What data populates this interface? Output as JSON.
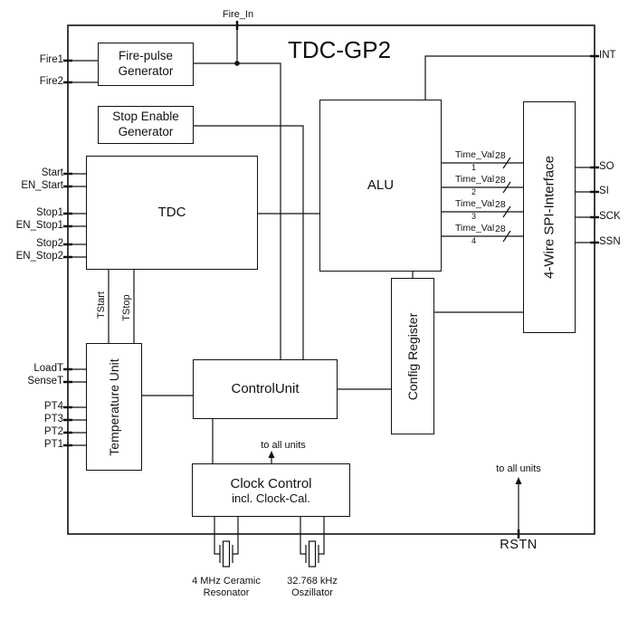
{
  "title": "TDC-GP2",
  "blocks": {
    "fire_pulse_generator": "Fire-pulse\nGenerator",
    "stop_enable_generator": "Stop Enable\nGenerator",
    "tdc": "TDC",
    "alu": "ALU",
    "spi_interface": "4-Wire SPI-Interface",
    "config_register": "Config Register",
    "control_unit": "ControlUnit",
    "temperature_unit": "Temperature Unit",
    "clock_control_line1": "Clock Control",
    "clock_control_line2": "incl. Clock-Cal."
  },
  "pins": {
    "top": "Fire_In",
    "bottom": "RSTN",
    "left": [
      "Fire1",
      "Fire2",
      "Start",
      "EN_Start",
      "Stop1",
      "EN_Stop1",
      "Stop2",
      "EN_Stop2",
      "LoadT",
      "SenseT",
      "PT4",
      "PT3",
      "PT2",
      "PT1"
    ],
    "right": [
      "INT",
      "SO",
      "SI",
      "SCK",
      "SSN"
    ]
  },
  "signals": {
    "tstart": "TStart",
    "tstop": "TStop",
    "to_all_units_clock": "to all units",
    "to_all_units_rstn": "to all units",
    "time_val_buses": [
      {
        "label": "Time_Val",
        "index": "1",
        "width": "28"
      },
      {
        "label": "Time_Val",
        "index": "2",
        "width": "28"
      },
      {
        "label": "Time_Val",
        "index": "3",
        "width": "28"
      },
      {
        "label": "Time_Val",
        "index": "4",
        "width": "28"
      }
    ]
  },
  "external_components": {
    "ceramic_resonator": "4 MHz Ceramic\nResonator",
    "oscillator": "32.768 kHz\nOszillator"
  },
  "colors": {
    "line": "#111111",
    "background": "#ffffff"
  }
}
